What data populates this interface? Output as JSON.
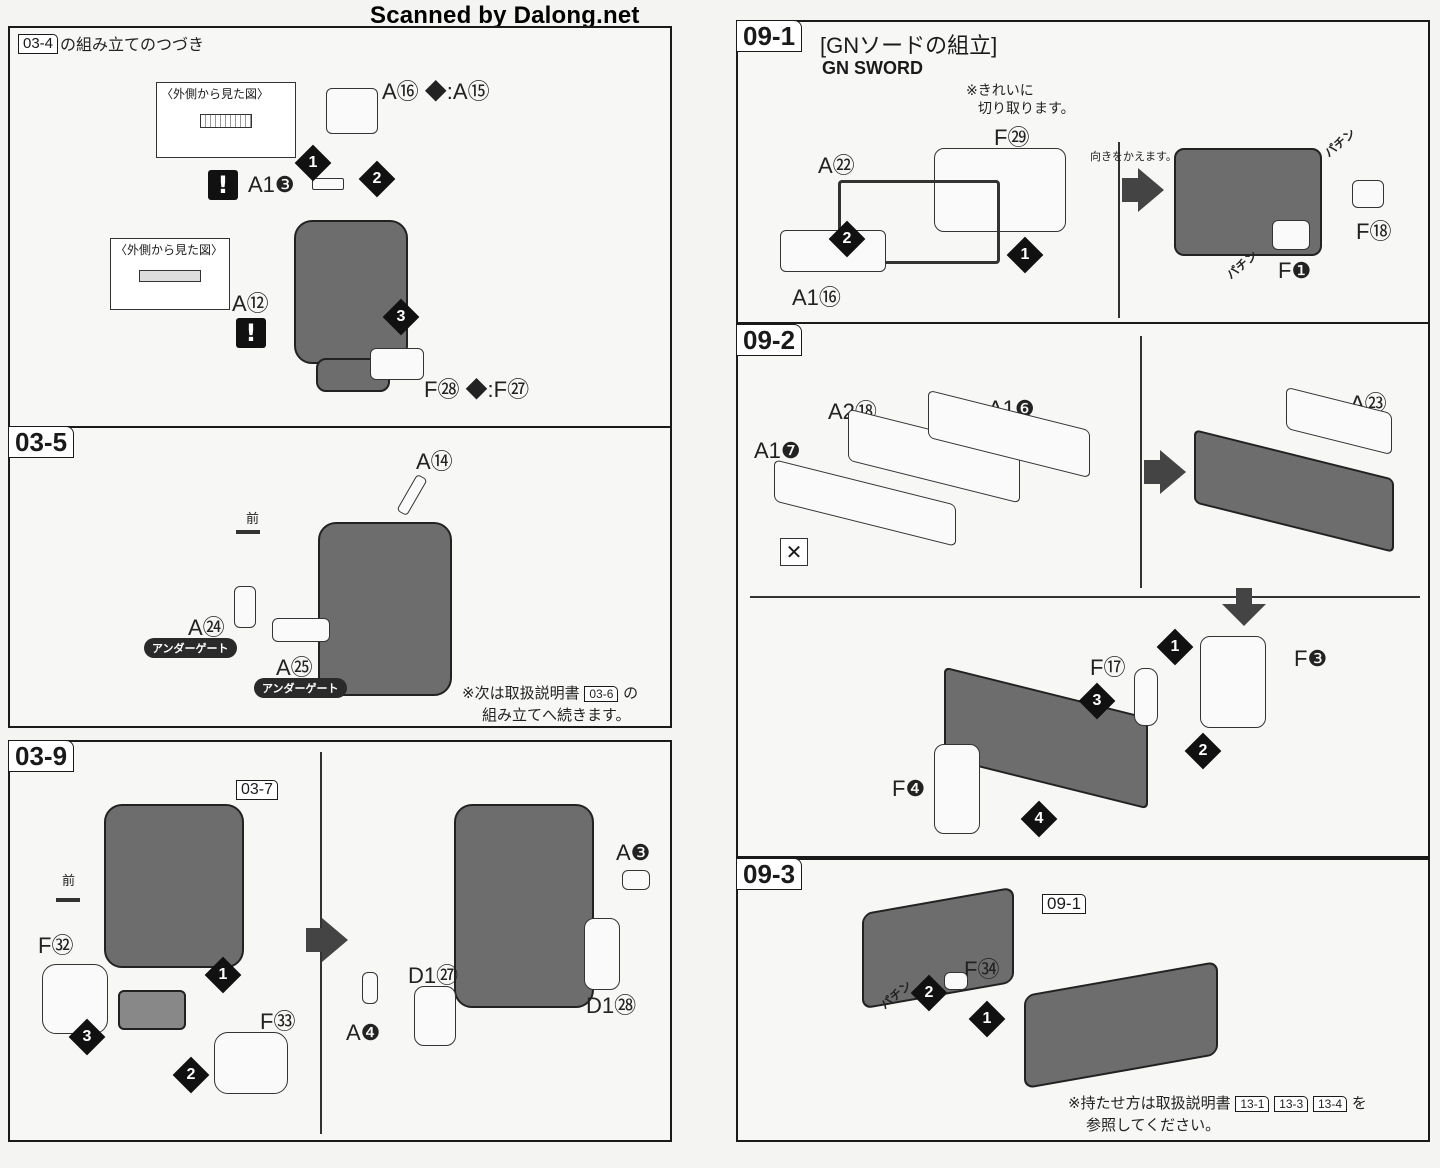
{
  "watermark": "Scanned by Dalong.net",
  "left": {
    "panel_top": {
      "tag": "03-4",
      "title": "の組み立てのつづき",
      "callout1": "〈外側から見た図〉",
      "callout2": "〈外側から見た図〉",
      "part_a16_a15": "A⑯ ◆:A⑮",
      "part_a13": "A1❸",
      "part_a12": "A⑫",
      "part_f28_f27": "F㉘ ◆:F㉗",
      "steps": [
        "1",
        "2",
        "3"
      ]
    },
    "panel_mid": {
      "tag": "03-5",
      "front": "前",
      "part_a14": "A⑭",
      "part_a24": "A㉔",
      "part_a25": "A㉕",
      "badge": "アンダーゲート",
      "note_line1": "※次は取扱説明書",
      "note_ref": "03-6",
      "note_tail": "の",
      "note_line2": "組み立てへ続きます。"
    },
    "panel_bottom": {
      "tag": "03-9",
      "ref": "03-7",
      "front": "前",
      "part_f32": "F㉜",
      "part_f33": "F㉝",
      "part_a3": "A❸",
      "part_a4": "A❹",
      "part_d127": "D1㉗",
      "part_d128": "D1㉘",
      "steps": [
        "1",
        "2",
        "3"
      ]
    }
  },
  "right": {
    "panel_091": {
      "tag": "09-1",
      "title": "[GNソードの組立]",
      "subtitle": "GN SWORD",
      "note": "※きれいに 切り取ります。",
      "note_line1": "※きれいに",
      "note_line2": "切り取ります。",
      "turn": "向きをかえます。",
      "part_f29": "F㉙",
      "part_a22": "A㉒",
      "part_a116": "A1⑯",
      "part_f18": "F⑱",
      "part_f1": "F❶",
      "pachin": "パチン",
      "steps": [
        "1",
        "2"
      ]
    },
    "panel_092": {
      "tag": "09-2",
      "part_a218": "A2⑱",
      "part_a16": "A1❻",
      "part_a17": "A1❼",
      "part_a23": "A㉓",
      "part_f17": "F⑰",
      "part_f3": "F❸",
      "part_f4": "F❹",
      "steps": [
        "1",
        "2",
        "3",
        "4"
      ]
    },
    "panel_093": {
      "tag": "09-3",
      "ref": "09-1",
      "part_f34": "F㉞",
      "pachin": "パチン",
      "note_line1": "※持たせ方は取扱説明書",
      "refs": [
        "13-1",
        "13-3",
        "13-4"
      ],
      "note_tail": "を",
      "note_line2": "参照してください。",
      "steps": [
        "1",
        "2"
      ]
    }
  }
}
